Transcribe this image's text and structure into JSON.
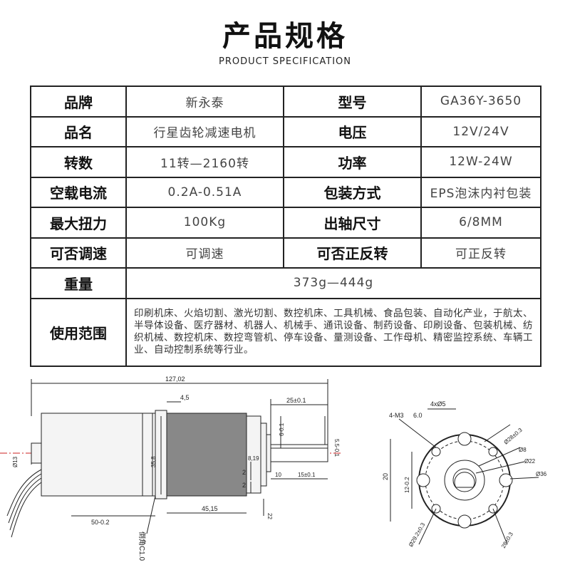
{
  "header": {
    "title": "产品规格",
    "subtitle": "PRODUCT SPECIFICATION"
  },
  "specs": {
    "brand_label": "品牌",
    "brand_value": "新永泰",
    "model_label": "型号",
    "model_value": "GA36Y-3650",
    "name_label": "品名",
    "name_value": "行星齿轮减速电机",
    "voltage_label": "电压",
    "voltage_value": "12V/24V",
    "speed_label": "转数",
    "speed_value": "11转—2160转",
    "power_label": "功率",
    "power_value": "12W-24W",
    "noload_label": "空载电流",
    "noload_value": "0.2A-0.51A",
    "package_label": "包装方式",
    "package_value": "EPS泡沫内衬包装",
    "torque_label": "最大扭力",
    "torque_value": "100Kg",
    "shaft_label": "出轴尺寸",
    "shaft_value": "6/8MM",
    "adjust_label": "可否调速",
    "adjust_value": "可调速",
    "reverse_label": "可否正反转",
    "reverse_value": "可正反转",
    "weight_label": "重量",
    "weight_value": "373g—444g",
    "usage_label": "使用范围",
    "usage_value": "印刷机床、火焰切割、激光切割、数控机床、工具机械、食品包装、自动化产业，于航太、半导体设备、医疗器材、机器人、机械手、通讯设备、制药设备、印刷设备、包装机械、纺织机械、数控机床、数控弯管机、停车设备、量测设备、工作母机、精密监控系统、车辆工业、自动控制系统等行业。"
  },
  "drawing": {
    "dim_total": "127,02",
    "dim_4_5": "4,5",
    "dim_25": "25±0.1",
    "dim_5_5": "5.5-0.1",
    "dim_6": "6-0.1",
    "dim_13": "Ø13",
    "dim_35_8": "35,8",
    "dim_8_19": "8,19",
    "dim_2a": "2",
    "dim_2b": "2",
    "dim_10": "10",
    "dim_15": "15±0.1",
    "dim_50": "50-0.2",
    "dim_45_15": "45,15",
    "dim_22": "22",
    "chamfer": "倒角C1.0",
    "holes_4": "4xØ5",
    "thread": "4-M3",
    "thread_depth": "6.0",
    "dim_20": "20",
    "dim_12": "12-0.2",
    "dia_28": "Ø28±0.3",
    "dia_8": "Ø8",
    "dia_22": "Ø22",
    "dia_36": "Ø36",
    "dia_29": "Ø29.2±0.3",
    "dim_28b": "28±0.3"
  },
  "colors": {
    "border": "#222222",
    "centerline": "#cc2222",
    "motor_fill": "#f4f4f4"
  }
}
